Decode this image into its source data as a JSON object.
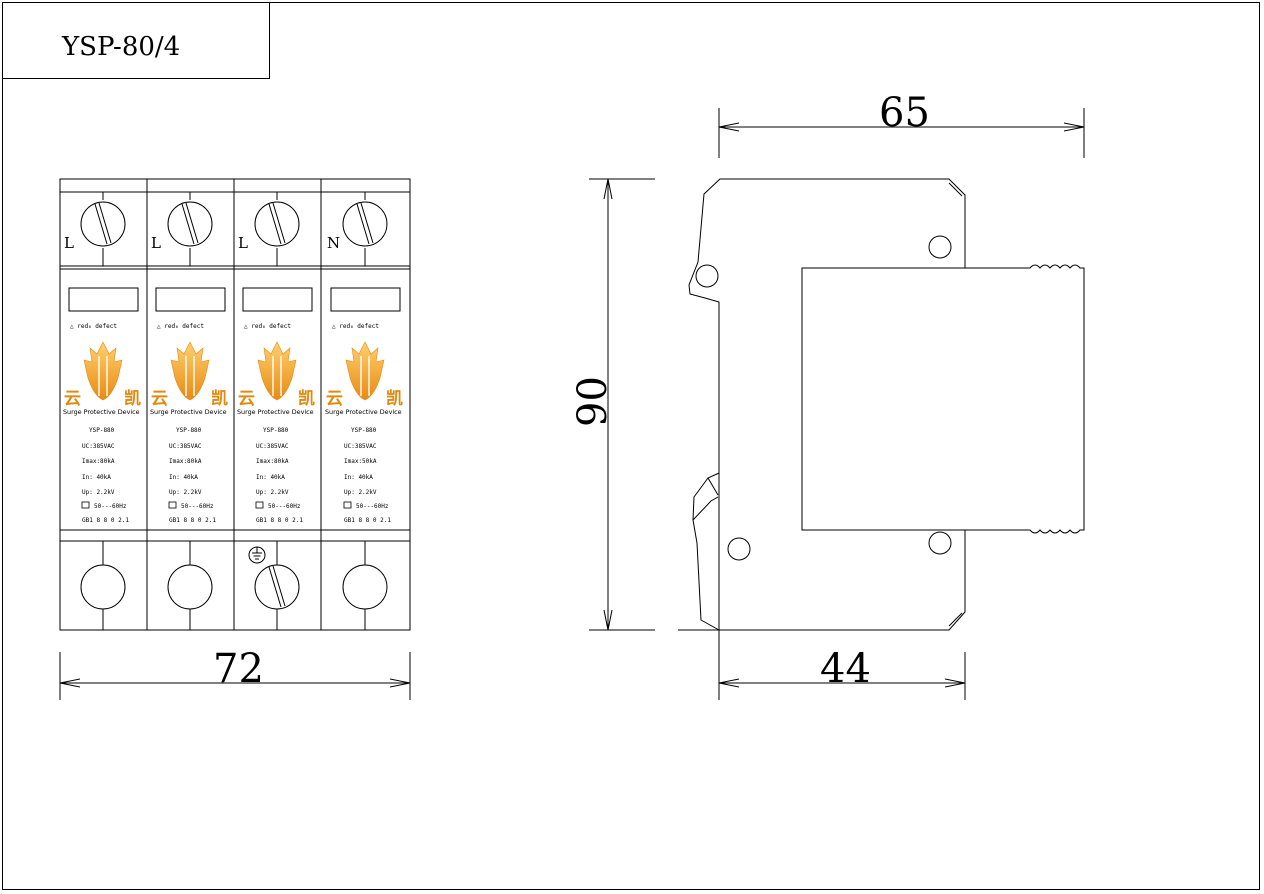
{
  "title_block": {
    "model": "YSP-80/4"
  },
  "front_view": {
    "width_dim": "72",
    "poles": [
      {
        "label": "L",
        "indicator": "△ red₀ defect",
        "brand_left": "云",
        "brand_right": "凯",
        "device": "Surge Protective Device",
        "model": "YSP-880",
        "uc": "UC:385VAC",
        "imax": "Imax:80kA",
        "in": "In: 40kA",
        "up": "Up: 2.2kV",
        "freq": "50---60Hz",
        "std": "GB1 8 8 0 2.1"
      },
      {
        "label": "L",
        "indicator": "△ red₀ defect",
        "brand_left": "云",
        "brand_right": "凯",
        "device": "Surge Protective Device",
        "model": "YSP-880",
        "uc": "UC:385VAC",
        "imax": "Imax:80kA",
        "in": "In: 40kA",
        "up": "Up: 2.2kV",
        "freq": "50---60Hz",
        "std": "GB1 8 8 0 2.1"
      },
      {
        "label": "L",
        "indicator": "△ red₀ defect",
        "brand_left": "云",
        "brand_right": "凯",
        "device": "Surge Protective Device",
        "model": "YSP-880",
        "uc": "UC:385VAC",
        "imax": "Imax:80kA",
        "in": "In: 40kA",
        "up": "Up: 2.2kV",
        "freq": "50---60Hz",
        "std": "GB1 8 8 0 2.1"
      },
      {
        "label": "N",
        "indicator": "△ red₀ defect",
        "brand_left": "云",
        "brand_right": "凯",
        "device": "Surge Protective Device",
        "model": "YSP-880",
        "uc": "UC:385VAC",
        "imax": "Imax:50kA",
        "in": "In: 40kA",
        "up": "Up: 2.2kV",
        "freq": "50---60Hz",
        "std": "GB1 8 8 0 2.1"
      }
    ]
  },
  "side_view": {
    "height_dim": "90",
    "depth_dim": "65",
    "base_dim": "44"
  },
  "colors": {
    "line": "#000000",
    "brand": "#f0a020",
    "background": "#ffffff"
  }
}
